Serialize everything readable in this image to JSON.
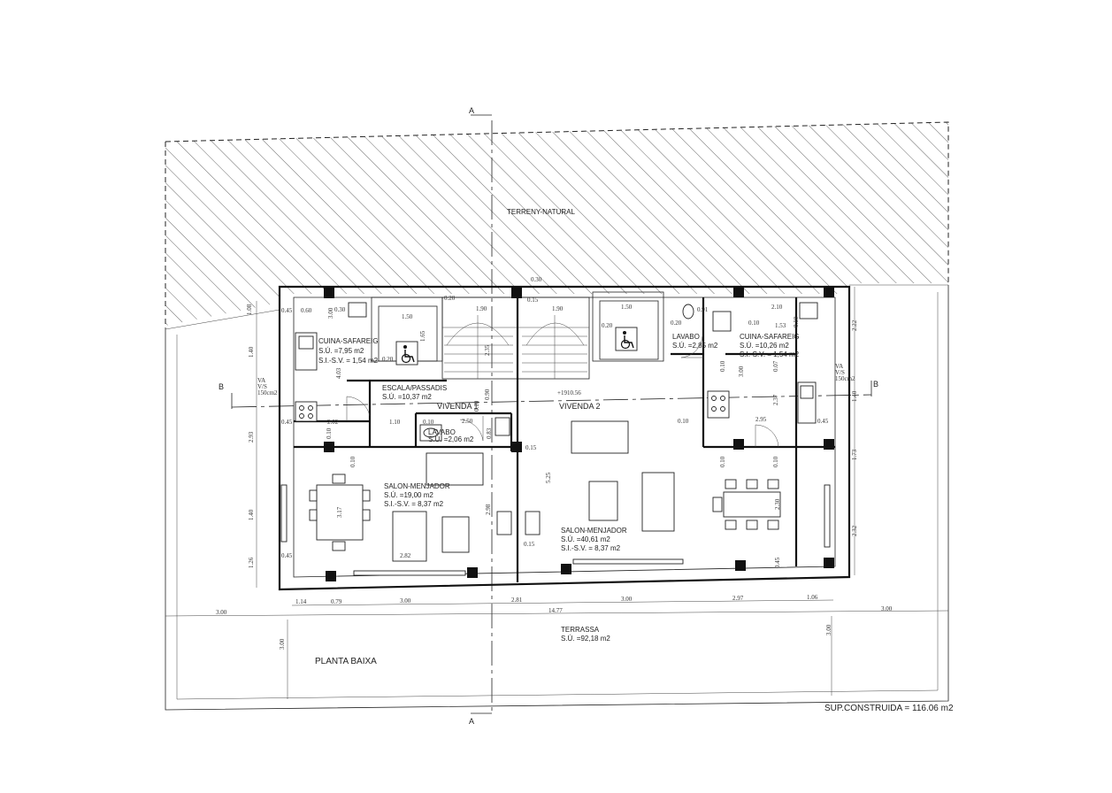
{
  "section_marks": {
    "a": "A",
    "b": "B"
  },
  "terrain_label": "TERRENY-NATURAL",
  "rooms": {
    "cuina1": {
      "name": "CUINA-SAFAREIG",
      "su": "S.Ú. =7,95 m2",
      "sisv": "S.I.-S.V. = 1,54 m2"
    },
    "escala": {
      "name": "ESCALA/PASSADIS",
      "su": "S.Ú. =10,37 m2"
    },
    "vivenda1": "VIVENDA 1",
    "vivenda2": "VIVENDA 2",
    "lavabo1": {
      "name": "LAVABO",
      "su": "S.Ú. =2,06 m2"
    },
    "lavabo2": {
      "name": "LAVABO",
      "su": "S.Ú. =2,85 m2"
    },
    "cuina2": {
      "name": "CUINA-SAFAREIG",
      "su": "S.Ú. =10,26 m2",
      "sisv": "S.I.-S.V. = 1,54 m2"
    },
    "salon1": {
      "name": "SALON-MENJADOR",
      "su": "S.Ú. =19,00 m2",
      "sisv": "S.I.-S.V. = 8,37 m2"
    },
    "salon2": {
      "name": "SALON-MENJADOR",
      "su": "S.Ú. =40,61 m2",
      "sisv": "S.I.-S.V. = 8,37 m2"
    },
    "terrassa": {
      "name": "TERRASSA",
      "su": "S.Ú. =92,18 m2"
    }
  },
  "level_mark": "+1910.56",
  "va_left": [
    "VA",
    "V/S",
    "150cm2"
  ],
  "va_right": [
    "VA",
    "V/S",
    "150cm2"
  ],
  "plan_title": "PLANTA BAIXA",
  "total_area": "SUP.CONSTRUIDA = 116.06 m2",
  "dims": {
    "top": [
      "0.45",
      "0.60",
      "0.30",
      "1.50",
      "0.20",
      "0.30",
      "1.90",
      "0.15",
      "1.90",
      "1.50",
      "0.20",
      "0.91",
      "2.10",
      "0.10",
      "1.53"
    ],
    "left": [
      "1.08",
      "1.40",
      "2.93",
      "1.40",
      "1.26"
    ],
    "right": [
      "2.22",
      "1.40",
      "1.73",
      "2.32"
    ],
    "bottom": [
      "1.14",
      "0.79",
      "3.00",
      "2.81",
      "3.00",
      "2.97",
      "1.06"
    ],
    "overall": [
      "3.00",
      "14.77",
      "3.00"
    ],
    "inner": [
      "4.03",
      "0.20",
      "0.45",
      "2.02",
      "1.10",
      "0.10",
      "2.50",
      "0.10",
      "0.90",
      "0.10",
      "0.83",
      "0.15",
      "0.10",
      "3.17",
      "2.98",
      "5.25",
      "2.82",
      "0.15",
      "0.45",
      "0.10",
      "2.95",
      "0.10",
      "0.10",
      "0.07",
      "2.37",
      "0.10",
      "0.10",
      "2.30",
      "0.45",
      "0.45",
      "1.65",
      "0.20",
      "2.35",
      "3.00",
      "3.00"
    ]
  }
}
